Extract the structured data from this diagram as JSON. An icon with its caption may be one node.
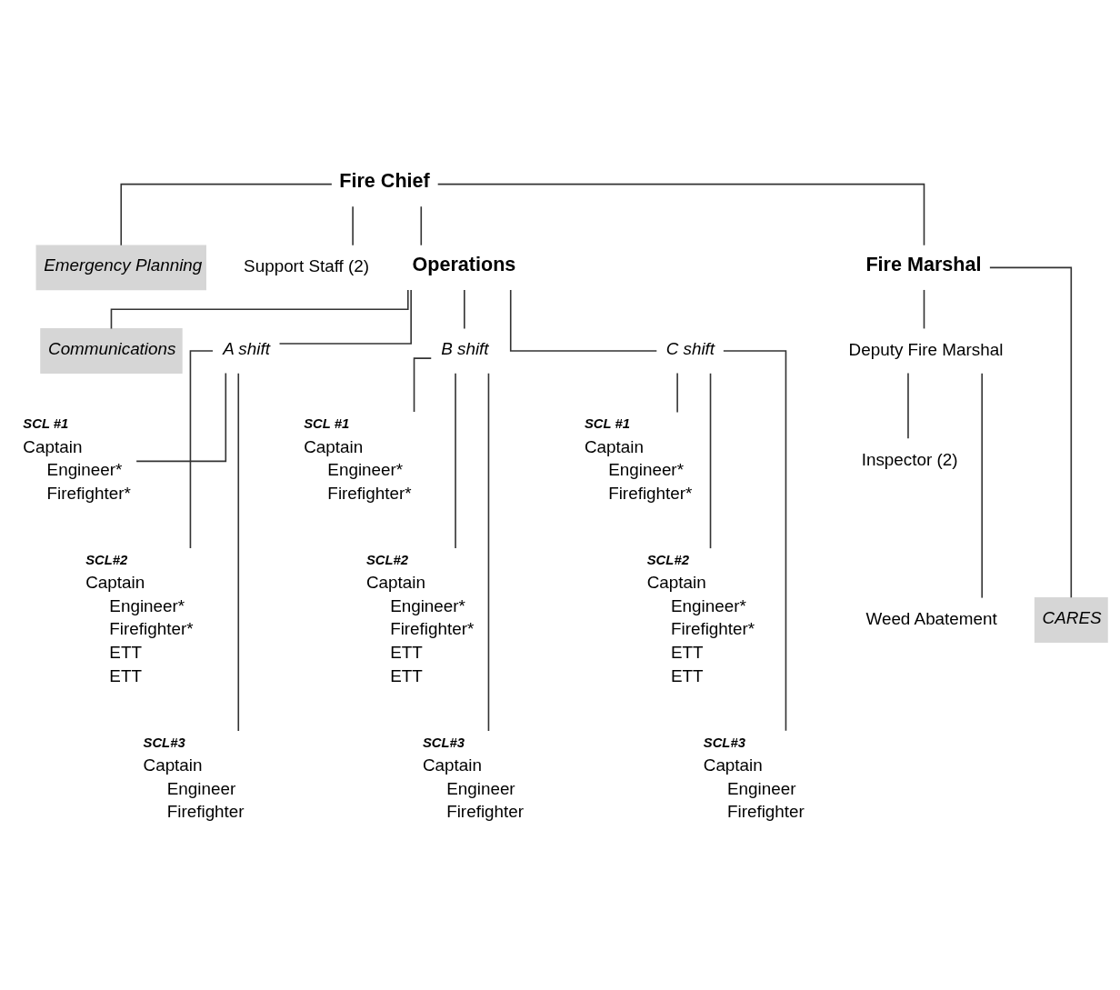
{
  "diagram": {
    "nodes": [
      {
        "text": [
          "Fire Chief"
        ]
      },
      {
        "text": [
          "Emergency Planning"
        ]
      },
      {
        "text": [
          "Support Staff (2)"
        ]
      },
      {
        "text": [
          "Operations"
        ]
      },
      {
        "text": [
          "Fire Marshal"
        ]
      },
      {
        "text": [
          "Communications"
        ]
      },
      {
        "text": [
          "A shift"
        ]
      },
      {
        "text": [
          "B shift"
        ]
      },
      {
        "text": [
          "C shift"
        ]
      },
      {
        "text": [
          "SCL #1",
          "Captain",
          "Engineer*",
          "Firefighter*"
        ]
      },
      {
        "text": [
          "SCL#2",
          "Captain",
          "Engineer*",
          "Firefighter*",
          "ETT",
          "ETT"
        ]
      },
      {
        "text": [
          "SCL#3",
          "Captain",
          "Engineer",
          "Firefighter"
        ]
      },
      {
        "text": [
          "SCL #1",
          "Captain",
          "Engineer*",
          "Firefighter*"
        ]
      },
      {
        "text": [
          "SCL#2",
          "Captain",
          "Engineer*",
          "Firefighter*",
          "ETT",
          "ETT"
        ]
      },
      {
        "text": [
          "SCL#3",
          "Captain",
          "Engineer",
          "Firefighter"
        ]
      },
      {
        "text": [
          "SCL #1",
          "Captain",
          "Engineer*",
          "Firefighter*"
        ]
      },
      {
        "text": [
          "SCL#2",
          "Captain",
          "Engineer*",
          "Firefighter*",
          "ETT",
          "ETT"
        ]
      },
      {
        "text": [
          "SCL#3",
          "Captain",
          "Engineer",
          "Firefighter"
        ]
      },
      {
        "text": [
          "Deputy Fire Marshal"
        ]
      },
      {
        "text": [
          "Inspector (2)"
        ]
      },
      {
        "text": [
          "Weed Abatement"
        ]
      },
      {
        "text": [
          "CARES"
        ]
      }
    ],
    "edges": [
      {
        "from": 0,
        "to": 1,
        "arrow": "none"
      },
      {
        "from": 0,
        "to": 2,
        "arrow": "none"
      },
      {
        "from": 0,
        "to": 3,
        "arrow": "none"
      },
      {
        "from": 0,
        "to": 4,
        "arrow": "none"
      },
      {
        "from": 3,
        "to": 5,
        "arrow": "none"
      },
      {
        "from": 3,
        "to": 6,
        "arrow": "none"
      },
      {
        "from": 3,
        "to": 7,
        "arrow": "none"
      },
      {
        "from": 3,
        "to": 8,
        "arrow": "none"
      },
      {
        "from": 6,
        "to": 9,
        "arrow": "none"
      },
      {
        "from": 6,
        "to": 10,
        "arrow": "none"
      },
      {
        "from": 6,
        "to": 11,
        "arrow": "none"
      },
      {
        "from": 7,
        "to": 12,
        "arrow": "none"
      },
      {
        "from": 7,
        "to": 13,
        "arrow": "none"
      },
      {
        "from": 7,
        "to": 14,
        "arrow": "none"
      },
      {
        "from": 8,
        "to": 15,
        "arrow": "none"
      },
      {
        "from": 8,
        "to": 16,
        "arrow": "none"
      },
      {
        "from": 8,
        "to": 17,
        "arrow": "none"
      },
      {
        "from": 4,
        "to": 18,
        "arrow": "none"
      },
      {
        "from": 4,
        "to": 21,
        "arrow": "none"
      },
      {
        "from": 18,
        "to": 19,
        "arrow": "none"
      },
      {
        "from": 18,
        "to": 20,
        "arrow": "none"
      }
    ]
  }
}
